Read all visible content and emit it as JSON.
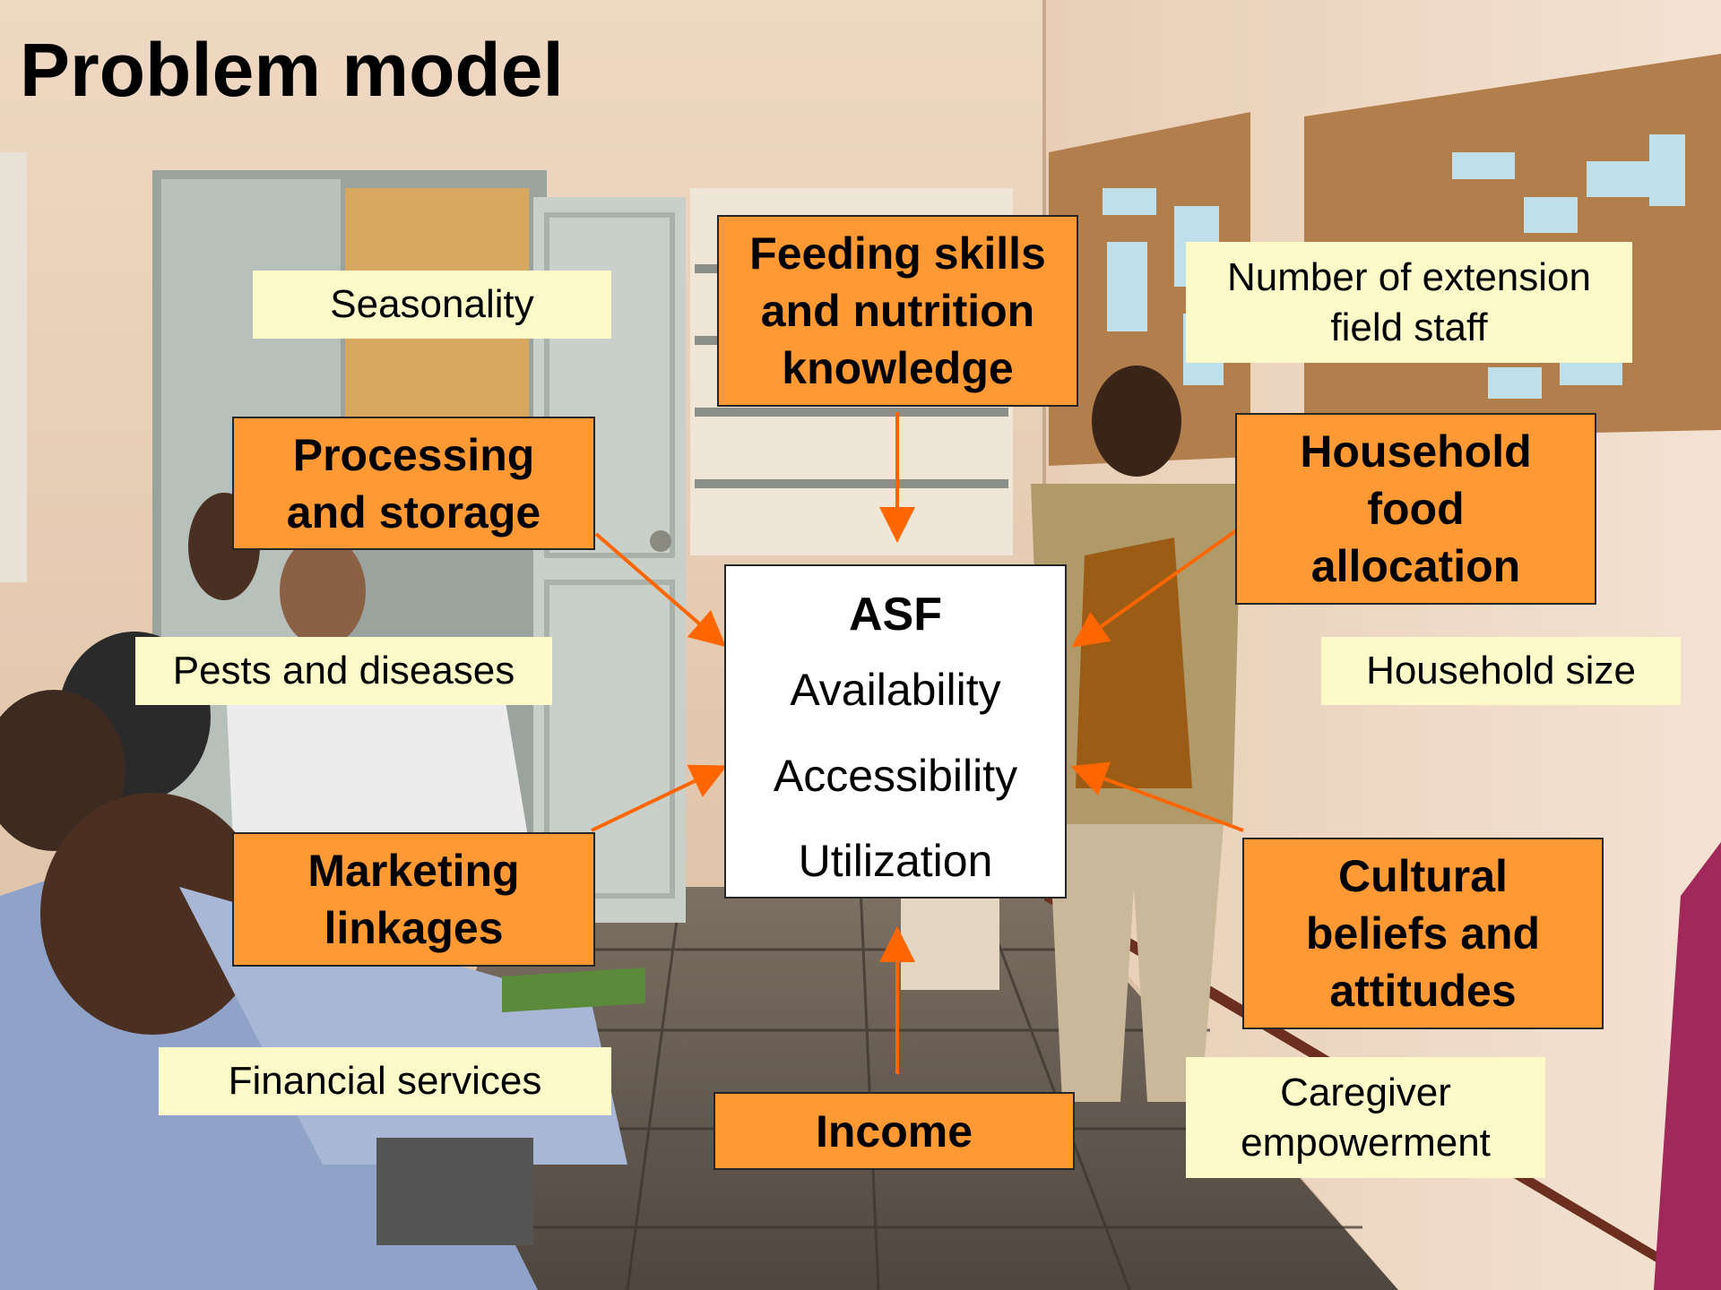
{
  "title": "Problem model",
  "center": {
    "heading": "ASF",
    "rows": [
      "Availability",
      "Accessibility",
      "Utilization"
    ]
  },
  "drivers": {
    "feeding": "Feeding skills\nand nutrition\nknowledge",
    "processing": "Processing\nand storage",
    "household_food": "Household\nfood\nallocation",
    "marketing": "Marketing\nlinkages",
    "cultural": "Cultural\nbeliefs and\nattitudes",
    "income": "Income"
  },
  "factors": {
    "seasonality": "Seasonality",
    "extension": "Number of extension\nfield staff",
    "pests": "Pests and diseases",
    "household_size": "Household size",
    "financial": "Financial services",
    "caregiver": "Caregiver\nempowerment"
  },
  "colors": {
    "driver_fill": "#ff9933",
    "factor_fill": "#fdf9c9",
    "arrow": "#ff6600",
    "center_fill": "#ffffff"
  }
}
